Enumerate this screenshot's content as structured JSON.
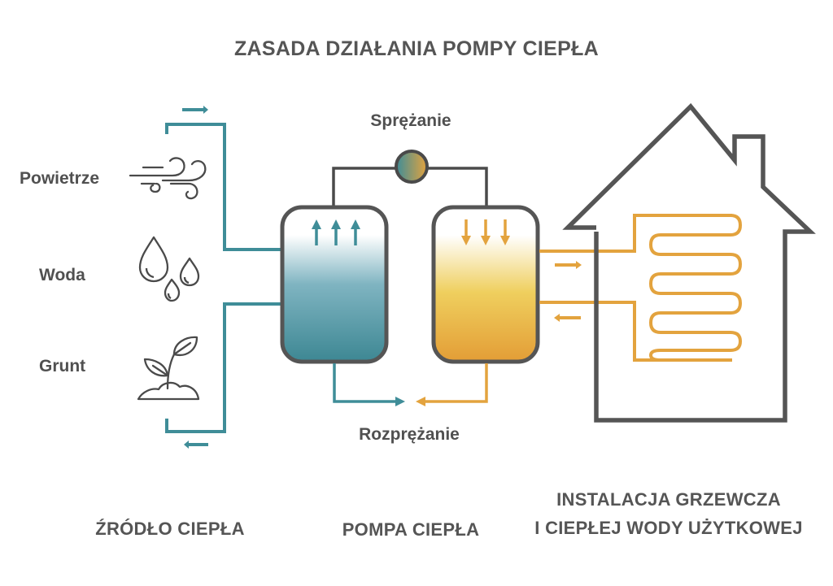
{
  "title": "ZASADA DZIAŁANIA POMPY CIEPŁA",
  "sources": {
    "air": "Powietrze",
    "water": "Woda",
    "ground": "Grunt"
  },
  "process": {
    "compression": "Sprężanie",
    "expansion": "Rozprężanie"
  },
  "sections": {
    "heat_source": "ŹRÓDŁO CIEPŁA",
    "heat_pump": "POMPA CIEPŁA",
    "installation_line1": "INSTALACJA GRZEWCZA",
    "installation_line2": "I CIEPŁEJ WODY UŻYTKOWEJ"
  },
  "colors": {
    "cold": "#3f8d98",
    "warm": "#e3a33e",
    "outline": "#555555"
  },
  "icons": [
    "wind-icon",
    "water-drops-icon",
    "plant-sprout-icon",
    "compressor-icon",
    "house-icon",
    "floor-heating-coil-icon"
  ]
}
